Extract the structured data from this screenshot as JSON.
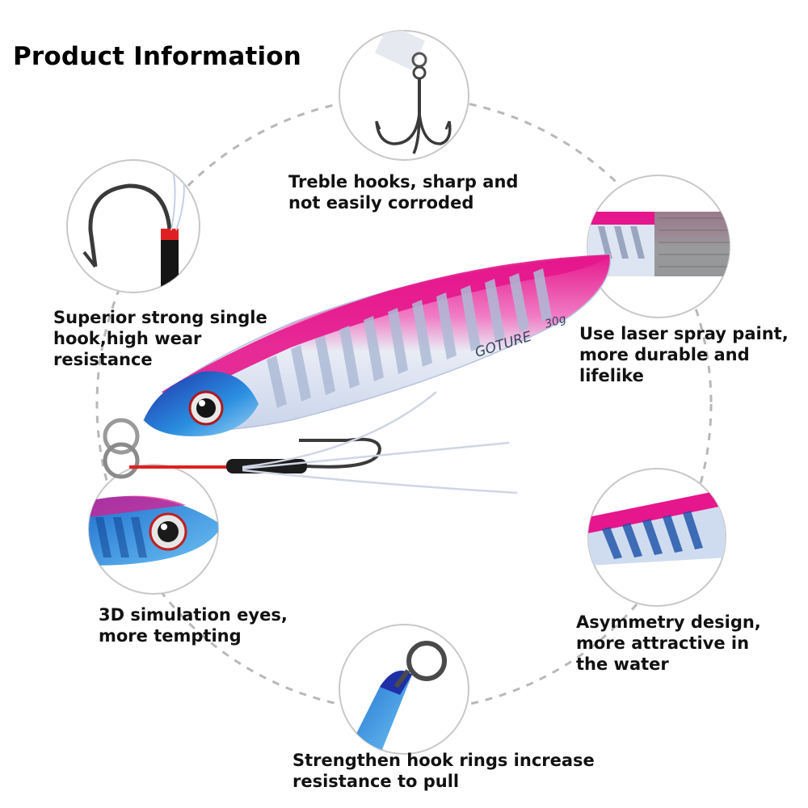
{
  "title": "Product Information",
  "product": {
    "brand": "GOTURE",
    "weight": "30g"
  },
  "features": {
    "treble": [
      "Treble hooks, sharp and",
      "not easily corroded"
    ],
    "single": [
      "Superior strong single",
      "hook,high wear",
      "resistance"
    ],
    "laser": [
      "Use laser spray paint,",
      "more durable and",
      "lifelike"
    ],
    "eyes": [
      "3D simulation eyes,",
      "more tempting"
    ],
    "asymmetry": [
      "Asymmetry design,",
      "more attractive in",
      "the water"
    ],
    "ring": [
      "Strengthen hook rings increase",
      "resistance to pull"
    ]
  },
  "colors": {
    "pink": "#e6168c",
    "blue": "#1a7fd6",
    "dark_blue": "#1f2fa8",
    "silver": "#d9dde6",
    "dashed_line": "#b8b8b8",
    "circle_border": "#c8c8c8",
    "hook_metal": "#3a3a3a",
    "tie_red": "#e02020"
  }
}
